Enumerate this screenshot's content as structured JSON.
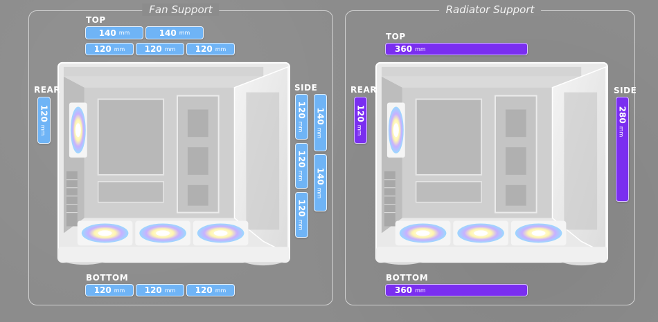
{
  "fan": {
    "title": "Fan Support",
    "top_label": "TOP",
    "rear_label": "REAR",
    "side_label": "SIDE",
    "bottom_label": "BOTTOM",
    "top": [
      {
        "v": "140",
        "u": "mm"
      },
      {
        "v": "140",
        "u": "mm"
      },
      {
        "v": "120",
        "u": "mm"
      },
      {
        "v": "120",
        "u": "mm"
      },
      {
        "v": "120",
        "u": "mm"
      }
    ],
    "rear": [
      {
        "v": "120",
        "u": "mm"
      }
    ],
    "side": [
      {
        "v": "120",
        "u": "mm"
      },
      {
        "v": "120",
        "u": "mm"
      },
      {
        "v": "120",
        "u": "mm"
      },
      {
        "v": "140",
        "u": "mm"
      },
      {
        "v": "140",
        "u": "mm"
      }
    ],
    "bottom": [
      {
        "v": "120",
        "u": "mm"
      },
      {
        "v": "120",
        "u": "mm"
      },
      {
        "v": "120",
        "u": "mm"
      }
    ]
  },
  "radiator": {
    "title": "Radiator Support",
    "top_label": "TOP",
    "rear_label": "REAR",
    "side_label": "SIDE",
    "bottom_label": "BOTTOM",
    "top": [
      {
        "v": "360",
        "u": "mm"
      }
    ],
    "rear": [
      {
        "v": "120",
        "u": "mm"
      }
    ],
    "side": [
      {
        "v": "280",
        "u": "mm"
      }
    ],
    "bottom": [
      {
        "v": "360",
        "u": "mm"
      }
    ]
  },
  "colors": {
    "fan_pill": "#6fb4f6",
    "radiator_pill": "#7a2ef0"
  }
}
